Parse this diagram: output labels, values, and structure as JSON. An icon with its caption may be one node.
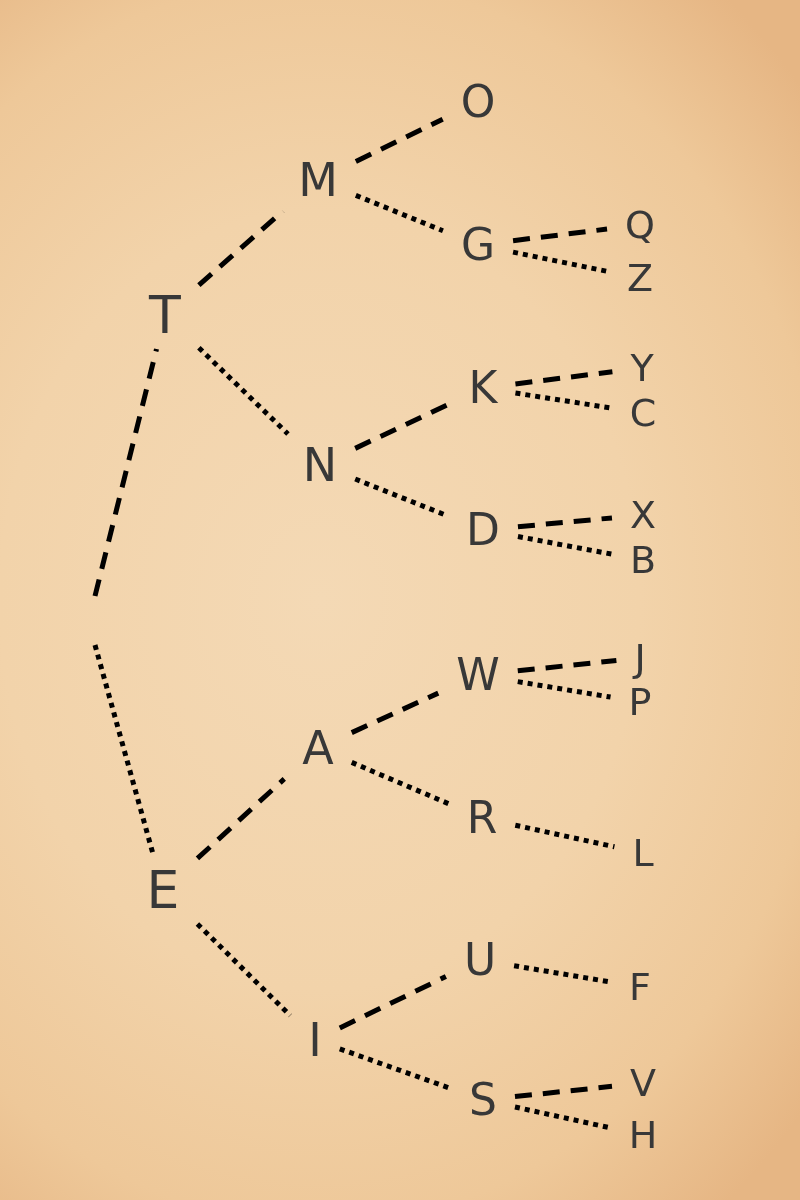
{
  "diagram": {
    "nodes": [
      {
        "text": [
          "T"
        ]
      },
      {
        "text": [
          "M"
        ]
      },
      {
        "text": [
          "O"
        ]
      },
      {
        "text": [
          "G"
        ]
      },
      {
        "text": [
          "Q"
        ]
      },
      {
        "text": [
          "Z"
        ]
      },
      {
        "text": [
          "N"
        ]
      },
      {
        "text": [
          "K"
        ]
      },
      {
        "text": [
          "Y"
        ]
      },
      {
        "text": [
          "C"
        ]
      },
      {
        "text": [
          "D"
        ]
      },
      {
        "text": [
          "X"
        ]
      },
      {
        "text": [
          "B"
        ]
      },
      {
        "text": [
          "E"
        ]
      },
      {
        "text": [
          "A"
        ]
      },
      {
        "text": [
          "W"
        ]
      },
      {
        "text": [
          "J"
        ]
      },
      {
        "text": [
          "P"
        ]
      },
      {
        "text": [
          "R"
        ]
      },
      {
        "text": [
          "L"
        ]
      },
      {
        "text": [
          "I"
        ]
      },
      {
        "text": [
          "U"
        ]
      },
      {
        "text": [
          "F"
        ]
      },
      {
        "text": [
          "S"
        ]
      },
      {
        "text": [
          "V"
        ]
      },
      {
        "text": [
          "H"
        ]
      }
    ],
    "edges": [
      {
        "from": null,
        "to": 0,
        "arrow": "none",
        "style": "dashed"
      },
      {
        "from": null,
        "to": 13,
        "arrow": "none"
      },
      {
        "from": 0,
        "to": 1,
        "arrow": "none",
        "style": "dashed"
      },
      {
        "from": 1,
        "to": 2,
        "arrow": "none",
        "style": "dashed"
      },
      {
        "from": 1,
        "to": 3,
        "arrow": "none"
      },
      {
        "from": 3,
        "to": 4,
        "arrow": "none",
        "style": "dashed"
      },
      {
        "from": 3,
        "to": 5,
        "arrow": "none"
      },
      {
        "from": 0,
        "to": 6,
        "arrow": "none"
      },
      {
        "from": 6,
        "to": 7,
        "arrow": "none",
        "style": "dashed"
      },
      {
        "from": 7,
        "to": 8,
        "arrow": "none",
        "style": "dashed"
      },
      {
        "from": 7,
        "to": 9,
        "arrow": "none"
      },
      {
        "from": 6,
        "to": 10,
        "arrow": "none"
      },
      {
        "from": 10,
        "to": 11,
        "arrow": "none",
        "style": "dashed"
      },
      {
        "from": 10,
        "to": 12,
        "arrow": "none"
      },
      {
        "from": 13,
        "to": 14,
        "arrow": "none",
        "style": "dashed"
      },
      {
        "from": 14,
        "to": 15,
        "arrow": "none",
        "style": "dashed"
      },
      {
        "from": 15,
        "to": 16,
        "arrow": "none",
        "style": "dashed"
      },
      {
        "from": 15,
        "to": 17,
        "arrow": "none"
      },
      {
        "from": 14,
        "to": 18,
        "arrow": "none"
      },
      {
        "from": 18,
        "to": 19,
        "arrow": "none"
      },
      {
        "from": 13,
        "to": 20,
        "arrow": "none"
      },
      {
        "from": 20,
        "to": 21,
        "arrow": "none",
        "style": "dashed"
      },
      {
        "from": 21,
        "to": 22,
        "arrow": "none"
      },
      {
        "from": 20,
        "to": 23,
        "arrow": "none"
      },
      {
        "from": 23,
        "to": 24,
        "arrow": "none",
        "style": "dashed"
      },
      {
        "from": 23,
        "to": 25,
        "arrow": "none"
      }
    ]
  }
}
